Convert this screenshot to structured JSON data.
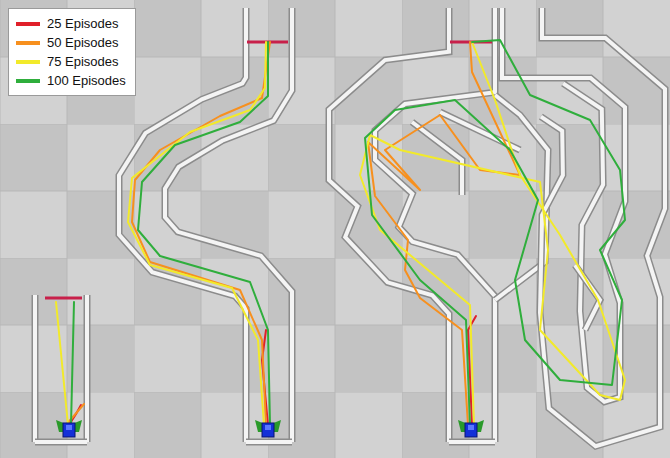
{
  "diagram": {
    "legend": [
      {
        "text": "25 Episodes",
        "color": "#e0202a"
      },
      {
        "text": "50 Episodes",
        "color": "#f7901e"
      },
      {
        "text": "75 Episodes",
        "color": "#f2ea2a"
      },
      {
        "text": "100 Episodes",
        "color": "#2fae3c"
      }
    ]
  }
}
